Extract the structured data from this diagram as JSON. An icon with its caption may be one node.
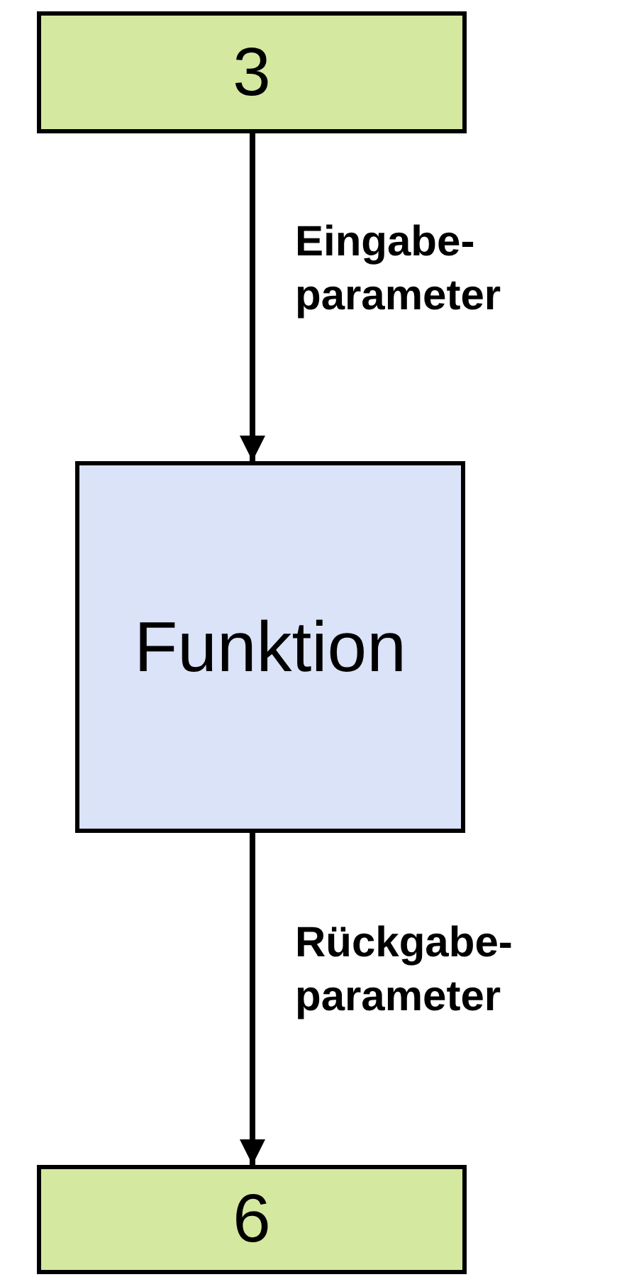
{
  "diagram": {
    "nodes": [
      {
        "text": [
          "3"
        ]
      },
      {
        "text": [
          "Funktion"
        ]
      },
      {
        "text": [
          "6"
        ]
      }
    ],
    "edges": [
      {
        "from": 0,
        "to": 1,
        "arrow": "to",
        "label": "Eingabe- parameter"
      },
      {
        "from": 1,
        "to": 2,
        "arrow": "to",
        "label": "Rückgabe- parameter"
      }
    ]
  }
}
